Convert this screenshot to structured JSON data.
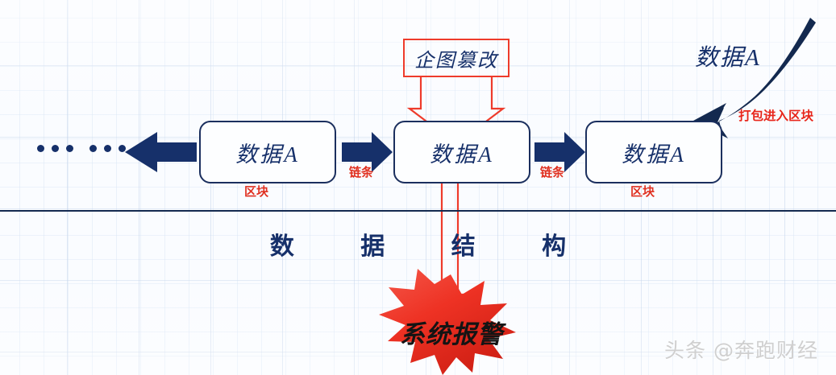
{
  "diagram": {
    "title": "数 据 结 构",
    "blocks": [
      {
        "text": "数据A",
        "label": "区块"
      },
      {
        "text": "数据A",
        "label": ""
      },
      {
        "text": "数据A",
        "label": "区块"
      }
    ],
    "chain_label_1": "链条",
    "chain_label_2": "链条",
    "tamper_box_text": "企图篡改",
    "incoming_data_text": "数据A",
    "pack_label": "打包进入区块",
    "alarm_text": "系统报警",
    "ellipsis_dots": 6
  },
  "watermark": "头条 @奔跑财经",
  "colors": {
    "navy": "#16306a",
    "navy_dark": "#13294f",
    "red": "#e8251a",
    "red_border": "#ee3b2b",
    "starburst": "#ef3124",
    "grid_line": "#c4d4eb",
    "background": "#fafcff",
    "watermark": "#cfcfcf"
  }
}
